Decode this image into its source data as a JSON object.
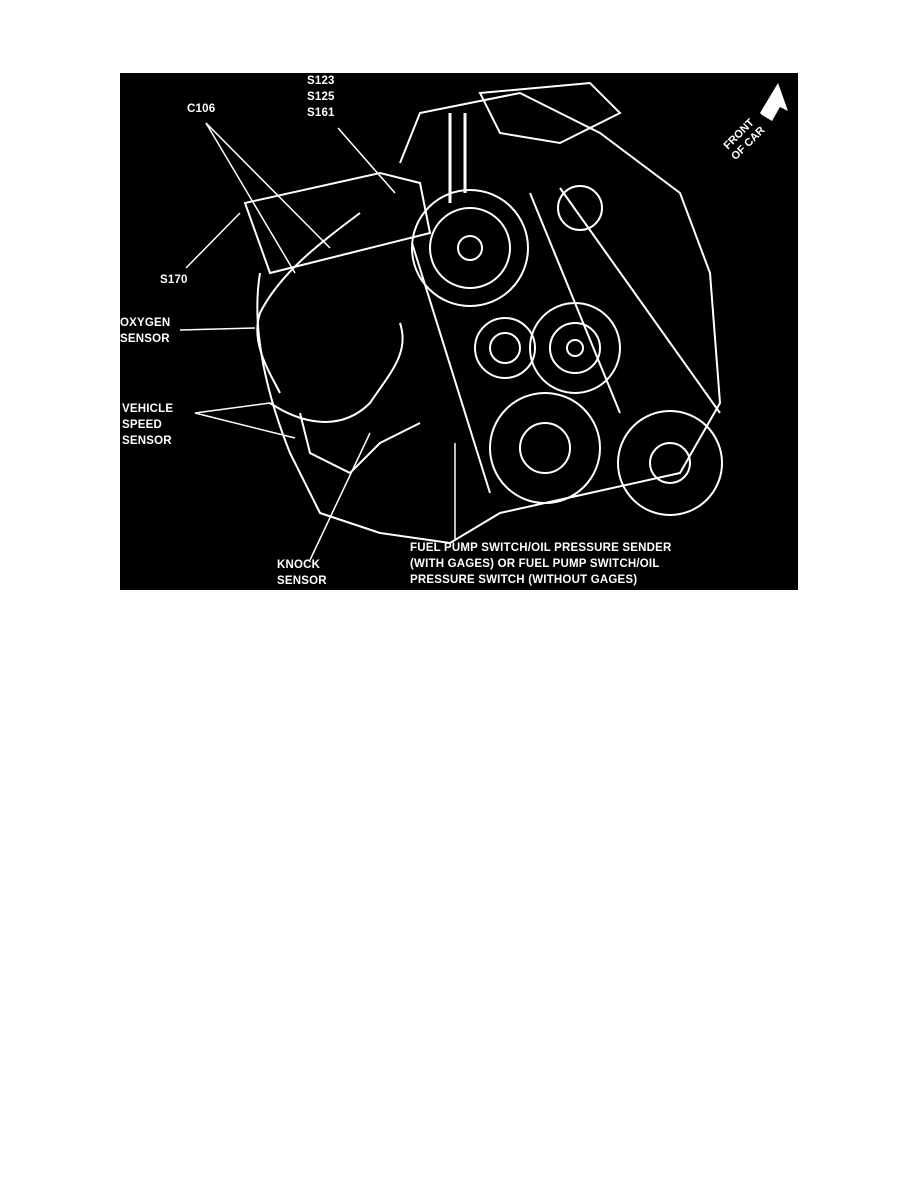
{
  "figure": {
    "labels": {
      "splices_top": [
        "S123",
        "S125",
        "S161"
      ],
      "c106": "C106",
      "s170": "S170",
      "oxygen_sensor": [
        "OXYGEN",
        "SENSOR"
      ],
      "vehicle_speed_sensor": [
        "VEHICLE",
        "SPEED",
        "SENSOR"
      ],
      "knock_sensor": [
        "KNOCK",
        "SENSOR"
      ],
      "fuel_pump_switch": [
        "FUEL PUMP SWITCH/OIL PRESSURE SENDER",
        "(WITH GAGES) OR FUEL PUMP SWITCH/OIL",
        "PRESSURE SWITCH (WITHOUT GAGES)"
      ],
      "front_of_car": [
        "FRONT",
        "OF CAR"
      ]
    },
    "colors": {
      "background": "#000000",
      "linework": "#ffffff"
    }
  }
}
